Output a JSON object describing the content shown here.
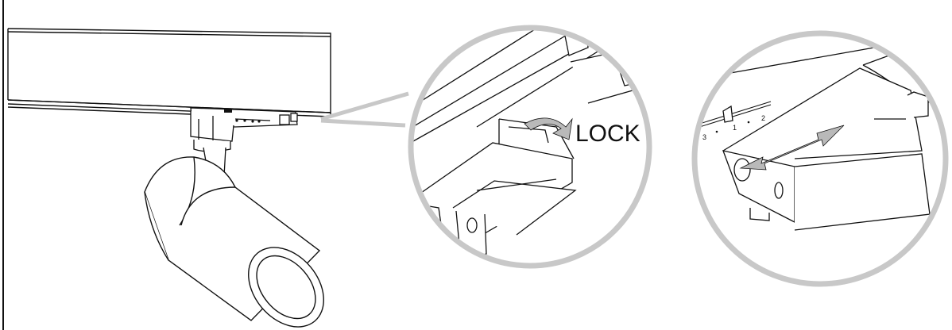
{
  "diagram": {
    "lock_label": "LOCK",
    "scale_labels": [
      "3",
      "1",
      "2"
    ],
    "colors": {
      "line": "#111111",
      "callout": "#c8c8c8",
      "arrow": "#b9b9b9",
      "background": "#ffffff"
    }
  }
}
